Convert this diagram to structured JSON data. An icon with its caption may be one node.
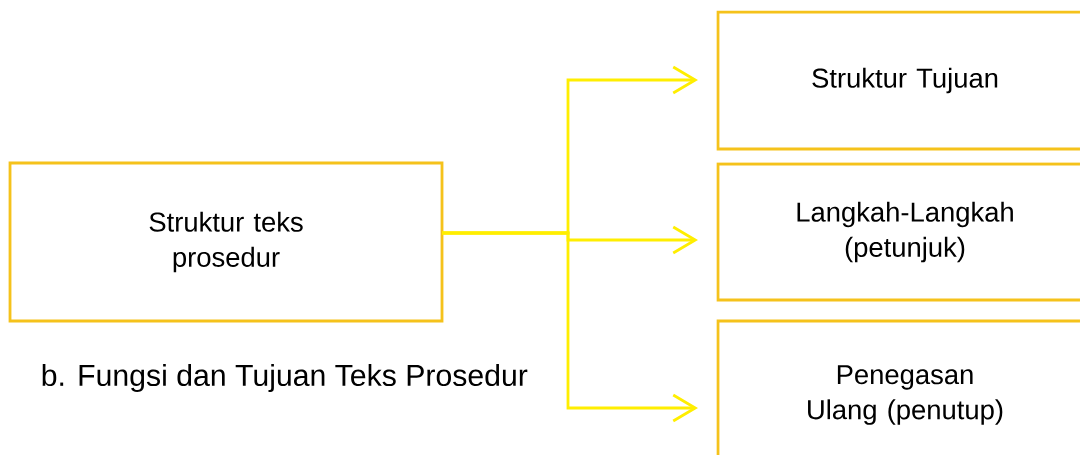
{
  "diagram": {
    "nodes": [
      {
        "text": [
          "Struktur teks prosedur"
        ]
      },
      {
        "text": [
          "Struktur Tujuan"
        ]
      },
      {
        "text": [
          "Langkah-Langkah (petunjuk)"
        ]
      },
      {
        "text": [
          "Penegasan Ulang (penutup)"
        ]
      }
    ],
    "edges": [
      {
        "from": 0,
        "to": 1,
        "arrow": "to"
      },
      {
        "from": 0,
        "to": 2,
        "arrow": "to"
      },
      {
        "from": 0,
        "to": 3,
        "arrow": "to"
      }
    ],
    "labels": [
      "b.  Fungsi dan Tujuan Teks Prosedur"
    ]
  }
}
